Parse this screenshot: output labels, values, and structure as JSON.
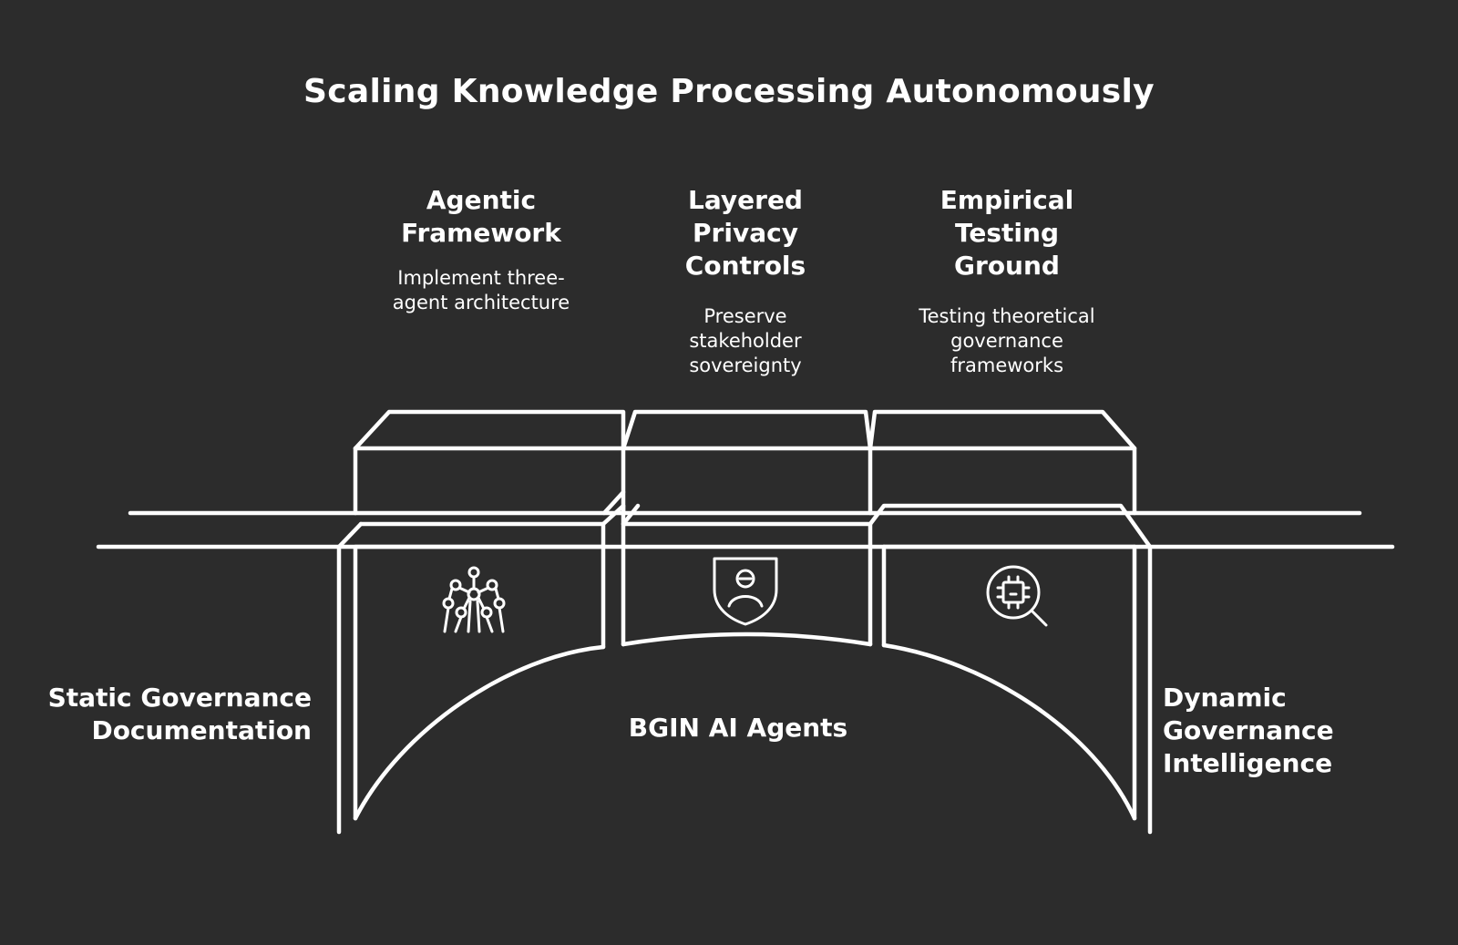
{
  "diagram": {
    "title": "Scaling Knowledge Processing Autonomously",
    "columns": [
      {
        "title_lines": [
          "Agentic",
          "Framework"
        ],
        "desc_lines": [
          "Implement three-",
          "agent architecture"
        ],
        "icon": "atomium-network-icon"
      },
      {
        "title_lines": [
          "Layered",
          "Privacy",
          "Controls"
        ],
        "desc_lines": [
          "Preserve",
          "stakeholder",
          "sovereignty"
        ],
        "icon": "user-shield-icon"
      },
      {
        "title_lines": [
          "Empirical",
          "Testing",
          "Ground"
        ],
        "desc_lines": [
          "Testing theoretical",
          "governance",
          "frameworks"
        ],
        "icon": "chip-search-icon"
      }
    ],
    "left_label_lines": [
      "Static Governance",
      "Documentation"
    ],
    "right_label_lines": [
      "Dynamic",
      "Governance",
      "Intelligence"
    ],
    "bridge_label": "BGIN AI Agents",
    "colors": {
      "background": "#2c2c2c",
      "stroke": "#ffffff"
    }
  }
}
